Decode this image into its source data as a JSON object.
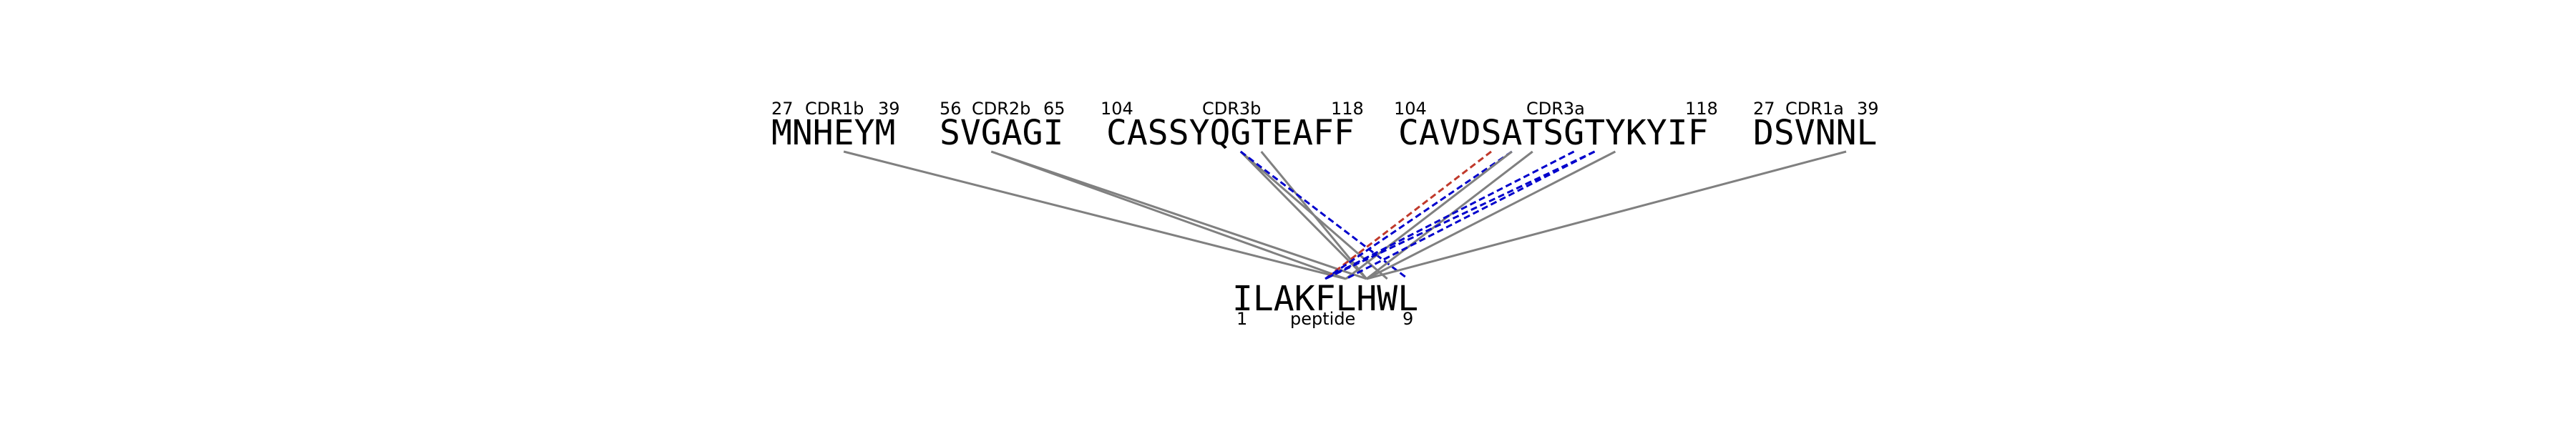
{
  "colors": {
    "contact": "#808080",
    "hbond": "#0000cc",
    "salt_bridge": "#c0392b",
    "text": "#000000"
  },
  "segments": [
    {
      "id": "cdr1b",
      "name": "CDR1b",
      "start": "27",
      "end": "39",
      "sequence": "MNHEYM"
    },
    {
      "id": "cdr2b",
      "name": "CDR2b",
      "start": "56",
      "end": "65",
      "sequence": "SVGAGI"
    },
    {
      "id": "cdr3b",
      "name": "CDR3b",
      "start": "104",
      "end": "118",
      "sequence": "CASSYQGTEAFF"
    },
    {
      "id": "cdr3a",
      "name": "CDR3a",
      "start": "104",
      "end": "118",
      "sequence": "CAVDSATSGTYKYIF"
    },
    {
      "id": "cdr1a",
      "name": "CDR1a",
      "start": "27",
      "end": "39",
      "sequence": "DSVNNL"
    }
  ],
  "peptide": {
    "name": "peptide",
    "start": "1",
    "end": "9",
    "sequence": "ILAKFLHWL"
  },
  "interactions": [
    {
      "segment": "cdr1b",
      "residue": 3,
      "peptide_residue": 5,
      "kind": "contact"
    },
    {
      "segment": "cdr2b",
      "residue": 2,
      "peptide_residue": 5,
      "kind": "contact"
    },
    {
      "segment": "cdr2b",
      "residue": 2,
      "peptide_residue": 6,
      "kind": "contact"
    },
    {
      "segment": "cdr3b",
      "residue": 6,
      "peptide_residue": 6,
      "kind": "contact"
    },
    {
      "segment": "cdr3b",
      "residue": 6,
      "peptide_residue": 7,
      "kind": "contact"
    },
    {
      "segment": "cdr3b",
      "residue": 7,
      "peptide_residue": 6,
      "kind": "contact"
    },
    {
      "segment": "cdr3b",
      "residue": 6,
      "peptide_residue": 8,
      "kind": "hbond"
    },
    {
      "segment": "cdr3a",
      "residue": 4,
      "peptide_residue": 4,
      "kind": "salt_bridge"
    },
    {
      "segment": "cdr3a",
      "residue": 5,
      "peptide_residue": 4,
      "kind": "hbond"
    },
    {
      "segment": "cdr3a",
      "residue": 5,
      "peptide_residue": 5,
      "kind": "contact"
    },
    {
      "segment": "cdr3a",
      "residue": 6,
      "peptide_residue": 6,
      "kind": "contact"
    },
    {
      "segment": "cdr3a",
      "residue": 8,
      "peptide_residue": 4,
      "kind": "hbond"
    },
    {
      "segment": "cdr3a",
      "residue": 9,
      "peptide_residue": 4,
      "kind": "hbond"
    },
    {
      "segment": "cdr3a",
      "residue": 9,
      "peptide_residue": 5,
      "kind": "hbond"
    },
    {
      "segment": "cdr3a",
      "residue": 10,
      "peptide_residue": 6,
      "kind": "contact"
    },
    {
      "segment": "cdr1a",
      "residue": 4,
      "peptide_residue": 6,
      "kind": "contact"
    }
  ]
}
